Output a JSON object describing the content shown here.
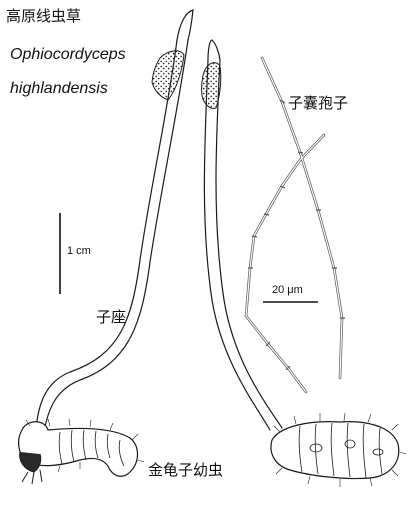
{
  "title_cn": "高原线虫草",
  "title_latin_line1": "Ophiocordyceps",
  "title_latin_line2": "highlandensis",
  "scale_main_label": "1 cm",
  "scale_micro_label": "20 μm",
  "label_stroma": "子座",
  "label_larva": "金龟子幼虫",
  "label_ascospore": "子囊孢子",
  "colors": {
    "ink": "#1a1a1a",
    "background": "#ffffff"
  }
}
